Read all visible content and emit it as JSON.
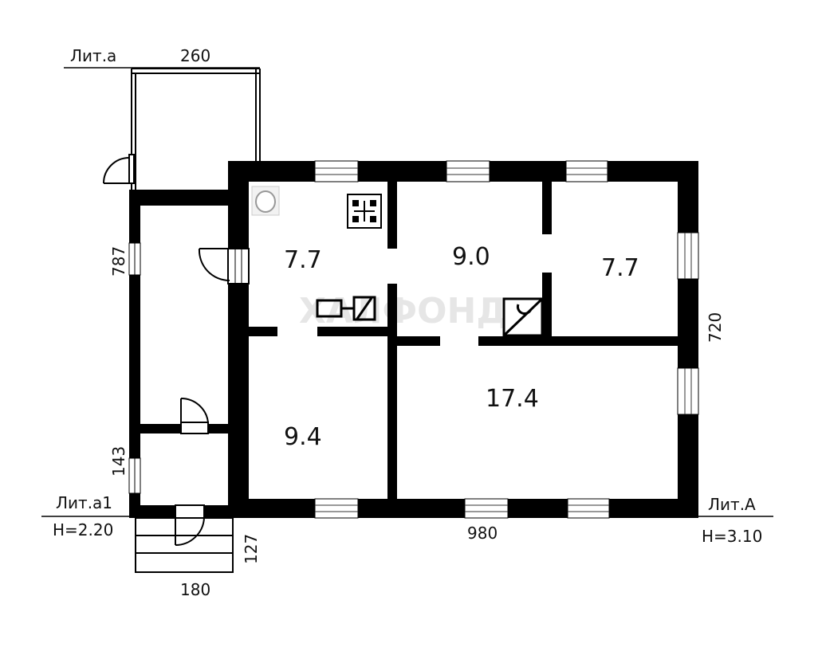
{
  "labels": {
    "lit_a_small": "Лит.а",
    "lit_a1": "Лит.а1",
    "lit_a1_height": "Н=2.20",
    "lit_A": "Лит.А",
    "lit_A_height": "Н=3.10"
  },
  "dimensions": {
    "veranda_width": "260",
    "left_wall_upper": "787",
    "left_wall_lower": "143",
    "stairs_depth": "127",
    "stairs_width": "180",
    "main_length": "980",
    "main_depth": "720"
  },
  "rooms": {
    "kitchen_area": "7.7",
    "center_room_area": "9.0",
    "right_room_area": "7.7",
    "bottom_left_room_area": "9.4",
    "big_room_area": "17.4"
  },
  "watermark": "ХАЛФОНД",
  "colors": {
    "wall": "#000000",
    "background": "#ffffff",
    "window_line": "#333333"
  }
}
